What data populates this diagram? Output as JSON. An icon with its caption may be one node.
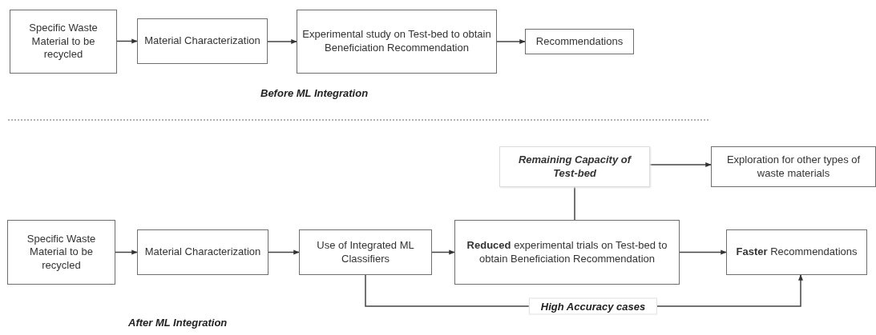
{
  "diagram": {
    "nodes": [
      {
        "text": [
          "Specific Waste Material to be recycled"
        ]
      },
      {
        "text": [
          "Material Characterization"
        ]
      },
      {
        "text": [
          "Experimental study on Test-bed to obtain Beneficiation Recommendation"
        ]
      },
      {
        "text": [
          "Recommendations"
        ]
      },
      {
        "text": [
          "Specific Waste Material to be recycled"
        ]
      },
      {
        "text": [
          "Material Characterization"
        ]
      },
      {
        "text": [
          "Use of Integrated ML Classifiers"
        ]
      },
      {
        "text": [
          "**Reduced** experimental trials on Test-bed to obtain Beneficiation Recommendation"
        ]
      },
      {
        "text": [
          "**Faster** Recommendations"
        ]
      },
      {
        "text": [
          "Remaining Capacity of Test-bed"
        ]
      },
      {
        "text": [
          "Exploration for other types of waste materials"
        ]
      }
    ],
    "edges": [
      {
        "from": 0,
        "to": 1,
        "arrow": "to"
      },
      {
        "from": 1,
        "to": 2,
        "arrow": "to"
      },
      {
        "from": 2,
        "to": 3,
        "arrow": "to"
      },
      {
        "from": 4,
        "to": 5,
        "arrow": "to"
      },
      {
        "from": 5,
        "to": 6,
        "arrow": "to"
      },
      {
        "from": 6,
        "to": 7,
        "arrow": "to"
      },
      {
        "from": 7,
        "to": 8,
        "arrow": "to"
      },
      {
        "from": 7,
        "to": 9,
        "arrow": "none"
      },
      {
        "from": 9,
        "to": 10,
        "arrow": "to"
      },
      {
        "from": 6,
        "to": 8,
        "arrow": "to",
        "label": "High Accuracy cases"
      }
    ],
    "labels": [
      "Before ML Integration",
      "After ML Integration"
    ]
  }
}
